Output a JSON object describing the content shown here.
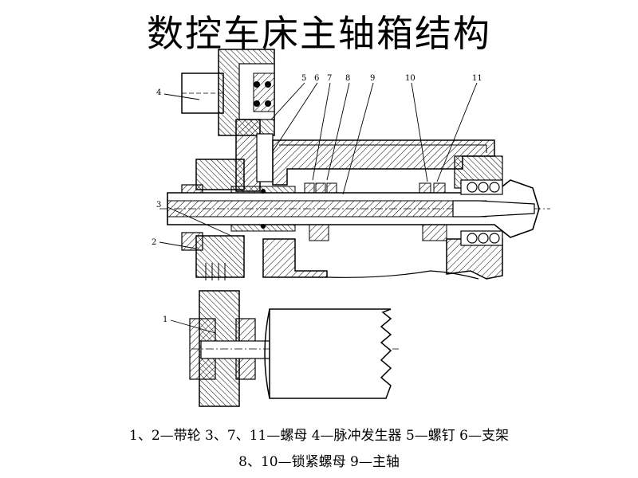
{
  "title": "数控车床主轴箱结构",
  "callouts": [
    "1",
    "2",
    "3",
    "4",
    "5",
    "6",
    "7",
    "8",
    "9",
    "10",
    "11"
  ],
  "legend": {
    "line1": "1、2—带轮 3、7、11—螺母 4—脉冲发生器 5—螺钉 6—支架",
    "line2": "8、10—锁紧螺母 9—主轴"
  }
}
